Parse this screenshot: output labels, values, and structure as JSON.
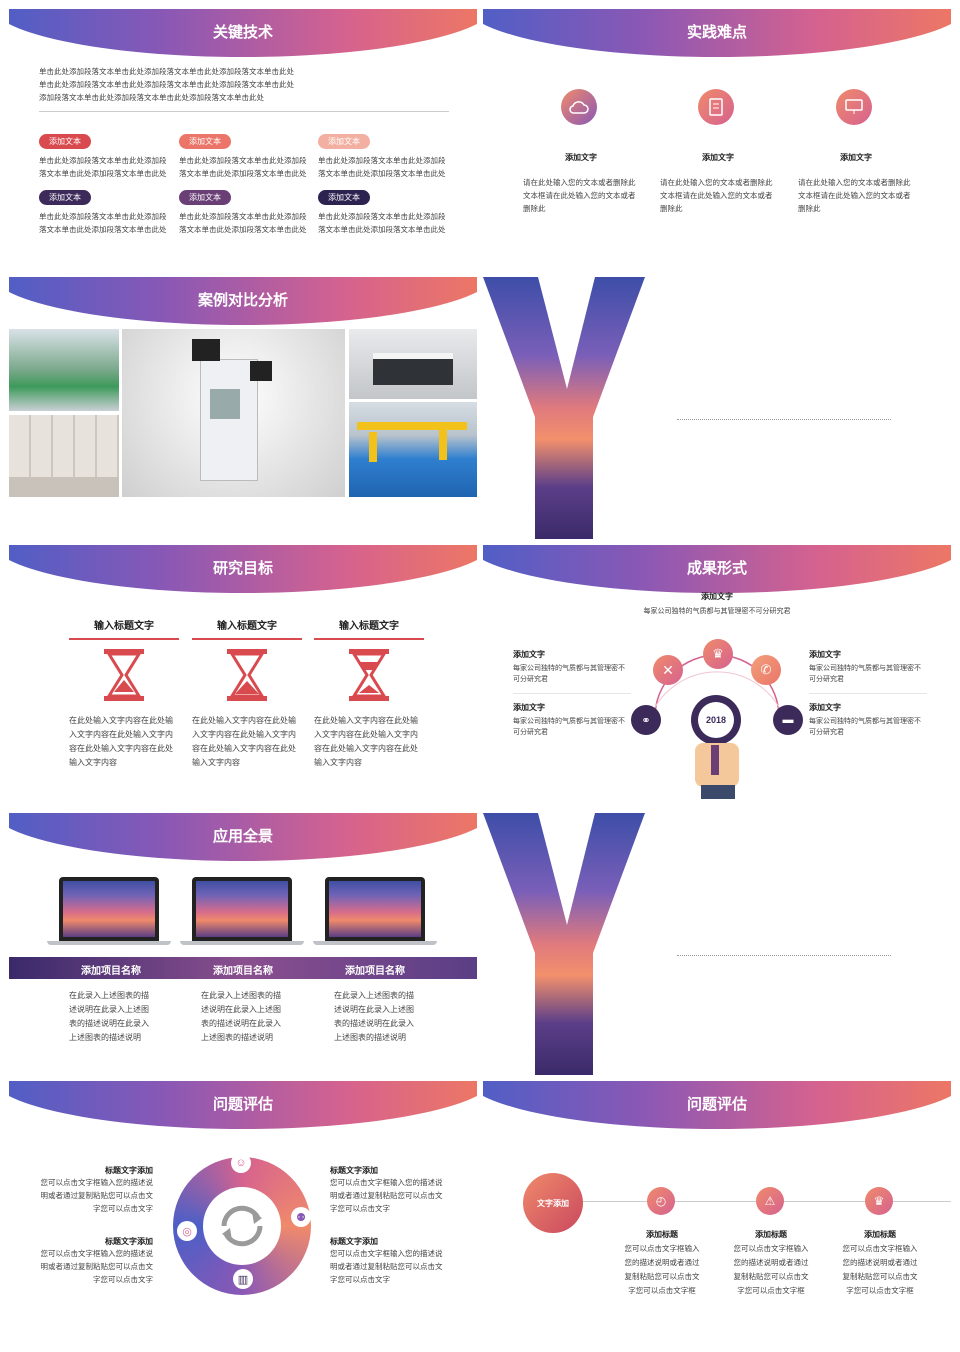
{
  "colors": {
    "accent1": "#4a5fc7",
    "accent2": "#d5628f",
    "accent3": "#f07a5f",
    "dark": "#3b2a5a",
    "red": "#d94a4f"
  },
  "s1": {
    "title": "关键技术",
    "intro": "单击此处添加段落文本单击此处添加段落文本单击此处添加段落文本单击此处单击此处添加段落文本单击此处添加段落文本单击此处添加段落文本单击此处添加段落文本单击此处添加段落文本单击此处添加段落文本单击此处",
    "items": [
      {
        "tag": "添加文本",
        "text": "单击此处添加段落文本单击此处添加段落文本单击此处添加段落文本单击此处"
      },
      {
        "tag": "添加文本",
        "text": "单击此处添加段落文本单击此处添加段落文本单击此处添加段落文本单击此处"
      },
      {
        "tag": "添加文本",
        "text": "单击此处添加段落文本单击此处添加段落文本单击此处添加段落文本单击此处"
      },
      {
        "tag": "添加文本",
        "text": "单击此处添加段落文本单击此处添加段落文本单击此处添加段落文本单击此处"
      },
      {
        "tag": "添加文本",
        "text": "单击此处添加段落文本单击此处添加段落文本单击此处添加段落文本单击此处"
      },
      {
        "tag": "添加文本",
        "text": "单击此处添加段落文本单击此处添加段落文本单击此处添加段落文本单击此处"
      }
    ]
  },
  "s2": {
    "title": "实践难点",
    "cols": [
      {
        "icon": "cloud-icon",
        "head": "添加文字",
        "text": "请在此处输入您的文本或者删除此文本框请在此处输入您的文本或者删除此"
      },
      {
        "icon": "document-icon",
        "head": "添加文字",
        "text": "请在此处输入您的文本或者删除此文本框请在此处输入您的文本或者删除此"
      },
      {
        "icon": "monitor-icon",
        "head": "添加文字",
        "text": "请在此处输入您的文本或者删除此文本框请在此处输入您的文本或者删除此"
      }
    ]
  },
  "s3": {
    "title": "案例对比分析"
  },
  "s5": {
    "title": "研究目标",
    "cols": [
      {
        "head": "输入标题文字",
        "text": "在此处输入文字内容在此处输入文字内容在此处输入文字内容在此处输入文字内容在此处输入文字内容"
      },
      {
        "head": "输入标题文字",
        "text": "在此处输入文字内容在此处输入文字内容在此处输入文字内容在此处输入文字内容在此处输入文字内容"
      },
      {
        "head": "输入标题文字",
        "text": "在此处输入文字内容在此处输入文字内容在此处输入文字内容在此处输入文字内容在此处输入文字内容"
      }
    ]
  },
  "s6": {
    "title": "成果形式",
    "top_head": "添加文字",
    "top_text": "每家公司独特的气质都与其管理密不可分研究君",
    "year": "2018",
    "left": [
      {
        "head": "添加文字",
        "text": "每家公司独特的气质都与其管理密不可分研究君"
      },
      {
        "head": "添加文字",
        "text": "每家公司独特的气质都与其管理密不可分研究君"
      }
    ],
    "right": [
      {
        "head": "添加文字",
        "text": "每家公司独特的气质都与其管理密不可分研究君"
      },
      {
        "head": "添加文字",
        "text": "每家公司独特的气质都与其管理密不可分研究君"
      }
    ]
  },
  "s7": {
    "title": "应用全景",
    "items": [
      {
        "name": "添加项目名称",
        "text": "在此录入上述图表的描述说明在此录入上述图表的描述说明在此录入上述图表的描述说明"
      },
      {
        "name": "添加项目名称",
        "text": "在此录入上述图表的描述说明在此录入上述图表的描述说明在此录入上述图表的描述说明"
      },
      {
        "name": "添加项目名称",
        "text": "在此录入上述图表的描述说明在此录入上述图表的描述说明在此录入上述图表的描述说明"
      }
    ]
  },
  "s9": {
    "title": "问题评估",
    "blocks": [
      {
        "head": "标题文字添加",
        "text": "您可以点击文字框输入您的描述说明或者通过复制粘贴您可以点击文字您可以点击文字"
      },
      {
        "head": "标题文字添加",
        "text": "您可以点击文字框输入您的描述说明或者通过复制粘贴您可以点击文字您可以点击文字"
      },
      {
        "head": "标题文字添加",
        "text": "您可以点击文字框输入您的描述说明或者通过复制粘贴您可以点击文字您可以点击文字"
      },
      {
        "head": "标题文字添加",
        "text": "您可以点击文字框输入您的描述说明或者通过复制粘贴您可以点击文字您可以点击文字"
      }
    ]
  },
  "s10": {
    "title": "问题评估",
    "start": "文字添加",
    "steps": [
      {
        "icon": "clock-icon",
        "head": "添加标题",
        "text": "您可以点击文字框输入您的描述说明或者通过复制粘贴您可以点击文字您可以点击文字框"
      },
      {
        "icon": "warning-icon",
        "head": "添加标题",
        "text": "您可以点击文字框输入您的描述说明或者通过复制粘贴您可以点击文字您可以点击文字框"
      },
      {
        "icon": "trophy-icon",
        "head": "添加标题",
        "text": "您可以点击文字框输入您的描述说明或者通过复制粘贴您可以点击文字您可以点击文字框"
      }
    ]
  }
}
